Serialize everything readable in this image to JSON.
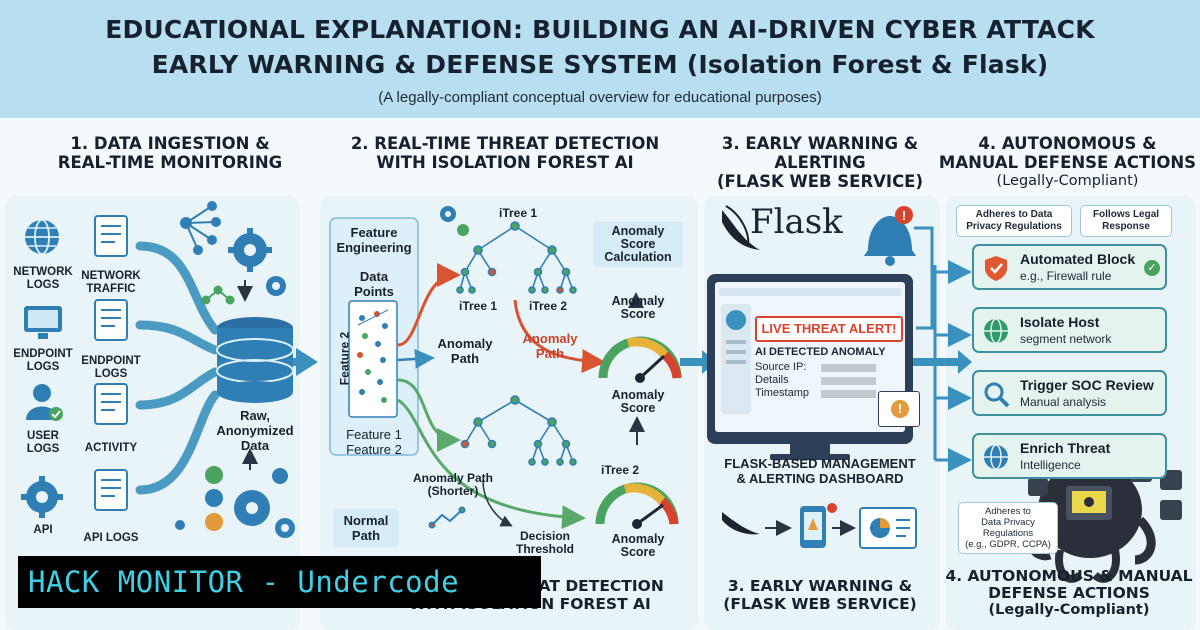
{
  "header": {
    "title_line1": "EDUCATIONAL EXPLANATION: BUILDING AN AI-DRIVEN CYBER ATTACK",
    "title_line2": "EARLY WARNING & DEFENSE SYSTEM (Isolation Forest & Flask)",
    "subtitle": "(A legally-compliant conceptual overview for educational purposes)"
  },
  "col1": {
    "title_l1": "1. DATA INGESTION &",
    "title_l2": "REAL-TIME MONITORING",
    "sources": [
      {
        "label_l1": "NETWORK",
        "label_l2": "LOGS"
      },
      {
        "label_l1": "NETWORK",
        "label_l2": "TRAFFIC"
      },
      {
        "label_l1": "ENDPOINT",
        "label_l2": "LOGS"
      },
      {
        "label_l1": "ENDPOINT",
        "label_l2": "LOGS"
      },
      {
        "label_l1": "USER",
        "label_l2": "LOGS"
      },
      {
        "label_l1": "ACTIVITY",
        "label_l2": ""
      },
      {
        "label_l1": "API",
        "label_l2": ""
      },
      {
        "label_l1": "API LOGS",
        "label_l2": ""
      }
    ],
    "db_label_l1": "Raw,",
    "db_label_l2": "Anonymized",
    "db_label_l3": "Data"
  },
  "col2": {
    "title_l1": "2. REAL-TIME THREAT DETECTION",
    "title_l2": "WITH ISOLATION FOREST AI",
    "feature_eng_l1": "Feature",
    "feature_eng_l2": "Engineering",
    "data_points_l1": "Data",
    "data_points_l2": "Points",
    "feature2": "Feature 2",
    "feature1": "Feature 1",
    "feature2b": "Feature 2",
    "itree_top": "iTree 1",
    "itree1": "iTree 1",
    "itree2": "iTree 2",
    "itree_bottom": "iTree 2",
    "anomaly_path_l1": "Anomaly",
    "anomaly_path_l2": "Path",
    "anomaly_path_red_l1": "Anomaly",
    "anomaly_path_red_l2": "Path",
    "anomaly_path_short_l1": "Anomaly Path",
    "anomaly_path_short_l2": "(Shorter)",
    "score_calc_l1": "Anomaly",
    "score_calc_l2": "Score",
    "score_calc_l3": "Calculation",
    "anomaly_score_a_l1": "Anomaly",
    "anomaly_score_a_l2": "Score",
    "anomaly_score_b_l1": "Anomaly",
    "anomaly_score_b_l2": "Score",
    "anomaly_score_c_l1": "Anomaly",
    "anomaly_score_c_l2": "Score",
    "normal_path_l1": "Normal",
    "normal_path_l2": "Path",
    "decision_l1": "Decision",
    "decision_l2": "Threshold"
  },
  "col3": {
    "title_l1": "3. EARLY WARNING &",
    "title_l2": "ALERTING",
    "title_l3": "(FLASK WEB SERVICE)",
    "flask_logo": "Flask",
    "alert_title": "LIVE THREAT ALERT!",
    "alert_detected": "AI DETECTED ANOMALY",
    "alert_fields": [
      "Source IP:",
      "Details",
      "Timestamp"
    ],
    "dashboard_l1": "FLASK-BASED MANAGEMENT",
    "dashboard_l2": "& ALERTING DASHBOARD"
  },
  "col4": {
    "title_l1": "4. AUTONOMOUS &",
    "title_l2": "MANUAL DEFENSE ACTIONS",
    "title_l3": "(Legally-Compliant)",
    "note_privacy_l1": "Adheres to Data",
    "note_privacy_l2": "Privacy Regulations",
    "note_legal_l1": "Follows Legal",
    "note_legal_l2": "Response",
    "actions": [
      {
        "title": "Automated Block",
        "sub": "e.g., Firewall rule"
      },
      {
        "title": "Isolate Host",
        "sub": "segment network"
      },
      {
        "title": "Trigger SOC Review",
        "sub": "Manual analysis"
      },
      {
        "title": "Enrich Threat",
        "sub": "Intelligence"
      }
    ],
    "note_gdpr_l1": "Adheres to",
    "note_gdpr_l2": "Data Privacy",
    "note_gdpr_l3": "Regulations",
    "note_gdpr_l4": "(e.g., GDPR, CCPA)"
  },
  "footer": {
    "banner": "HACK MONITOR - Undercode",
    "col2_l1": "REAL-TIME THREAT DETECTION",
    "col2_l2": "WITH ISOLATION FOREST AI",
    "col3_l1": "3. EARLY WARNING &",
    "col3_l2": "(FLASK WEB SERVICE)",
    "col4_l1": "4. AUTONOMOUS & MANUAL",
    "col4_l2": "DEFENSE ACTIONS",
    "col4_l3": "(Legally-Compliant)"
  },
  "colors": {
    "header_bg": "#b8dff0",
    "flow_blue": "#3a91bd",
    "anomaly_red": "#d8532f",
    "normal_green": "#5aa86a",
    "alert_red": "#d8432d",
    "banner_text": "#3fd0e6"
  }
}
